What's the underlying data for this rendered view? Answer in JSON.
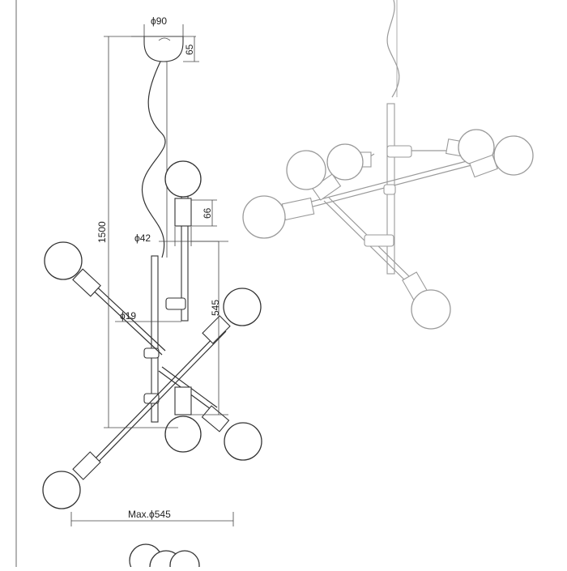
{
  "drawing": {
    "title": "",
    "dimensions": {
      "canopy_diameter": "ϕ90",
      "canopy_height": "65",
      "total_height": "1500",
      "socket_height": "66",
      "socket_diameter": "ϕ42",
      "arm_spread": "545",
      "tube_diameter": "ϕ19",
      "max_diameter": "Max.ϕ545"
    }
  }
}
